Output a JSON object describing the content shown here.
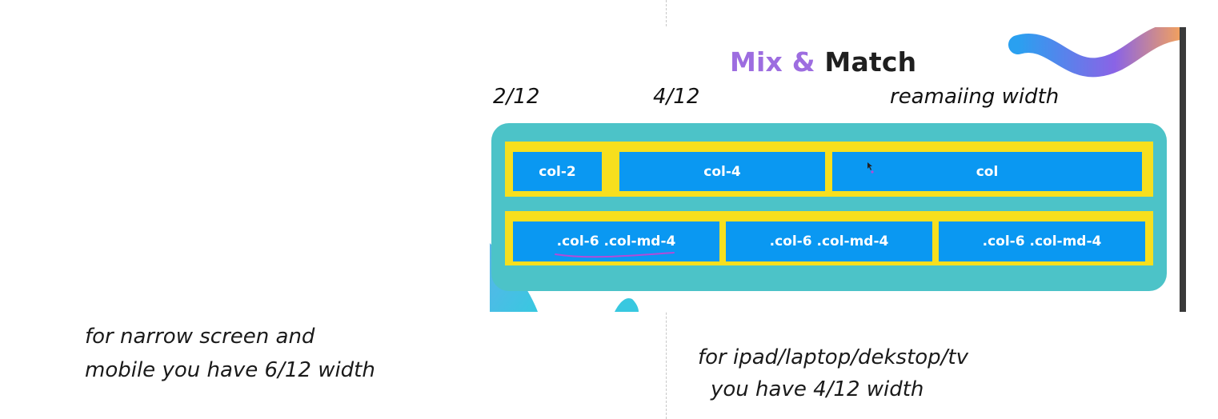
{
  "title": {
    "accent": "Mix &",
    "rest": "Match"
  },
  "fractions": {
    "first": "2/12",
    "second": "4/12",
    "third": "reamaiing width"
  },
  "grid": {
    "row1": [
      "col-2",
      "col-4",
      "col"
    ],
    "row2": [
      ".col-6 .col-md-4",
      ".col-6 .col-md-4",
      ".col-6 .col-md-4"
    ]
  },
  "notes": {
    "left_line1": "for narrow screen and",
    "left_line2": "mobile you have 6/12 width",
    "right_line1": "for ipad/laptop/dekstop/tv",
    "right_line2": "you have 4/12 width"
  },
  "colors": {
    "container": "#4cc3c8",
    "row": "#f7df1e",
    "column": "#0a98f2",
    "accent": "#9d6de0"
  }
}
